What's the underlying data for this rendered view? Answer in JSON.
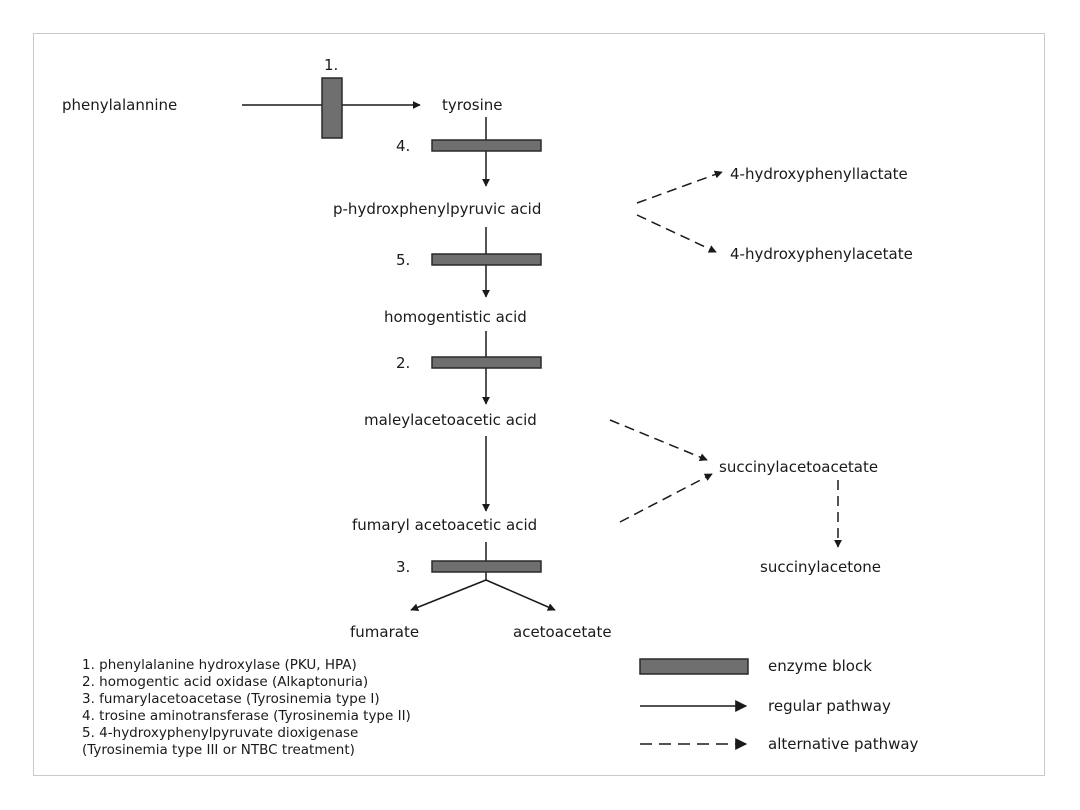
{
  "nodes": {
    "phenylalanine": "phenylalannine",
    "tyrosine": "tyrosine",
    "phpa": "p-hydroxphenylpyruvic acid",
    "hpl": "4-hydroxyphenyllactate",
    "hpac": "4-hydroxyphenylacetate",
    "homogentistic": "homogentistic acid",
    "maleyl": "maleylacetoacetic acid",
    "fumaryl": "fumaryl acetoacetic acid",
    "succinylacetoacetate": "succinylacetoacetate",
    "succinylacetone": "succinylacetone",
    "fumarate": "fumarate",
    "acetoacetate": "acetoacetate"
  },
  "enzyme_markers": {
    "e1": "1.",
    "e4": "4.",
    "e5": "5.",
    "e2": "2.",
    "e3": "3."
  },
  "legend": {
    "enzymes": [
      "1. phenylalanine hydroxylase (PKU, HPA)",
      "2. homogentic acid oxidase (Alkaptonuria)",
      "3. fumarylacetoacetase (Tyrosinemia type I)",
      "4. trosine aminotransferase (Tyrosinemia type II)",
      "5. 4-hydroxyphenylpyruvate dioxigenase",
      "(Tyrosinemia type III or NTBC treatment)"
    ],
    "enzyme_block": "enzyme block",
    "regular_pathway": "regular pathway",
    "alternative_pathway": "alternative pathway"
  },
  "colors": {
    "block_fill": "#6f6f6f",
    "line": "#1a1a1a",
    "frame": "#c9c9c9"
  }
}
